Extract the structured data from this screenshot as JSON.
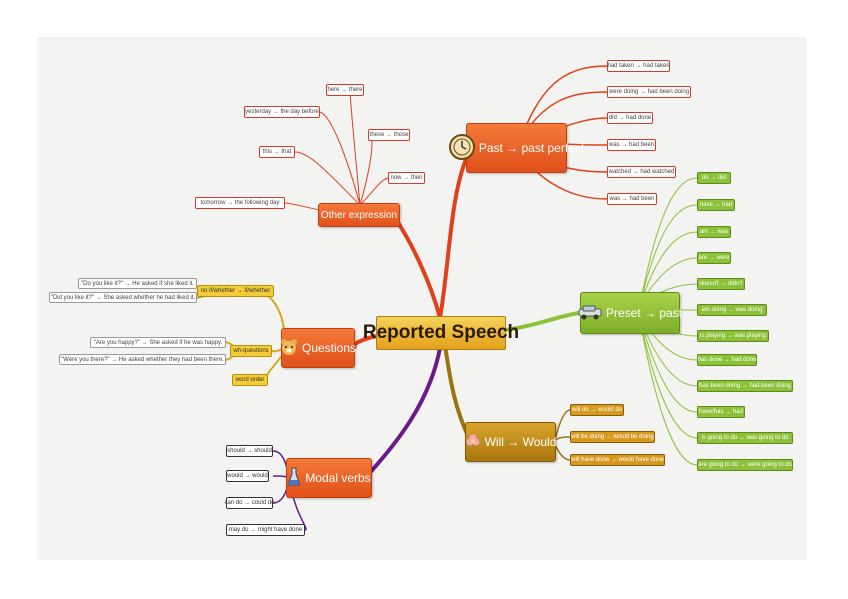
{
  "central": "Reported Speech",
  "past": {
    "title": "Past → past perfect",
    "icon": "clock-icon",
    "items": [
      "had taken → had taken",
      "were doing → had been doing",
      "did → had done",
      "was → had been",
      "watched → had watched",
      "was → had been"
    ]
  },
  "present": {
    "title": "Preset → past",
    "icon": "car-icon",
    "items": [
      "do → did",
      "have → had",
      "am → was",
      "are → were",
      "doesn't → didn't",
      "am doing → was doing",
      "is playing → was playing",
      "has done → had done",
      "has been doing → had been doing",
      "have/has → had",
      "is going to do → was going to do",
      "are going to do → were going to do"
    ]
  },
  "will": {
    "title": "Will → Would",
    "icon": "flower-icon",
    "items": [
      "will do → would do",
      "will be doing → would be doing",
      "will have done → would have done"
    ]
  },
  "modal": {
    "title": "Modal verbs",
    "icon": "flask-icon",
    "items": [
      "should → should",
      "would → would",
      "can do → could do",
      "may do → might have done"
    ]
  },
  "questions": {
    "title": "Questions",
    "icon": "bear-icon",
    "branch_a": "no if/whether → if/whether",
    "branch_b": "wh-questions",
    "branch_c": "word order",
    "items_a": [
      "\"Do you like it?\" → He asked if she liked it.",
      "\"Did you like it?\" → She asked whether he had liked it."
    ],
    "items_b": [
      "\"Are you happy?\" → She asked if he was happy.",
      "\"Were you there?\" → He asked whether they had been there."
    ]
  },
  "other": {
    "title": "Other expression",
    "items": [
      "here → there",
      "yesterday → the day before",
      "these → those",
      "this → that",
      "now → then",
      "tomorrow → the following day"
    ]
  },
  "colors": {
    "red": "#e0401c",
    "green": "#8cc13a",
    "gold": "#b8860b",
    "purple": "#6b1a8a",
    "yellow": "#d4a91a"
  }
}
